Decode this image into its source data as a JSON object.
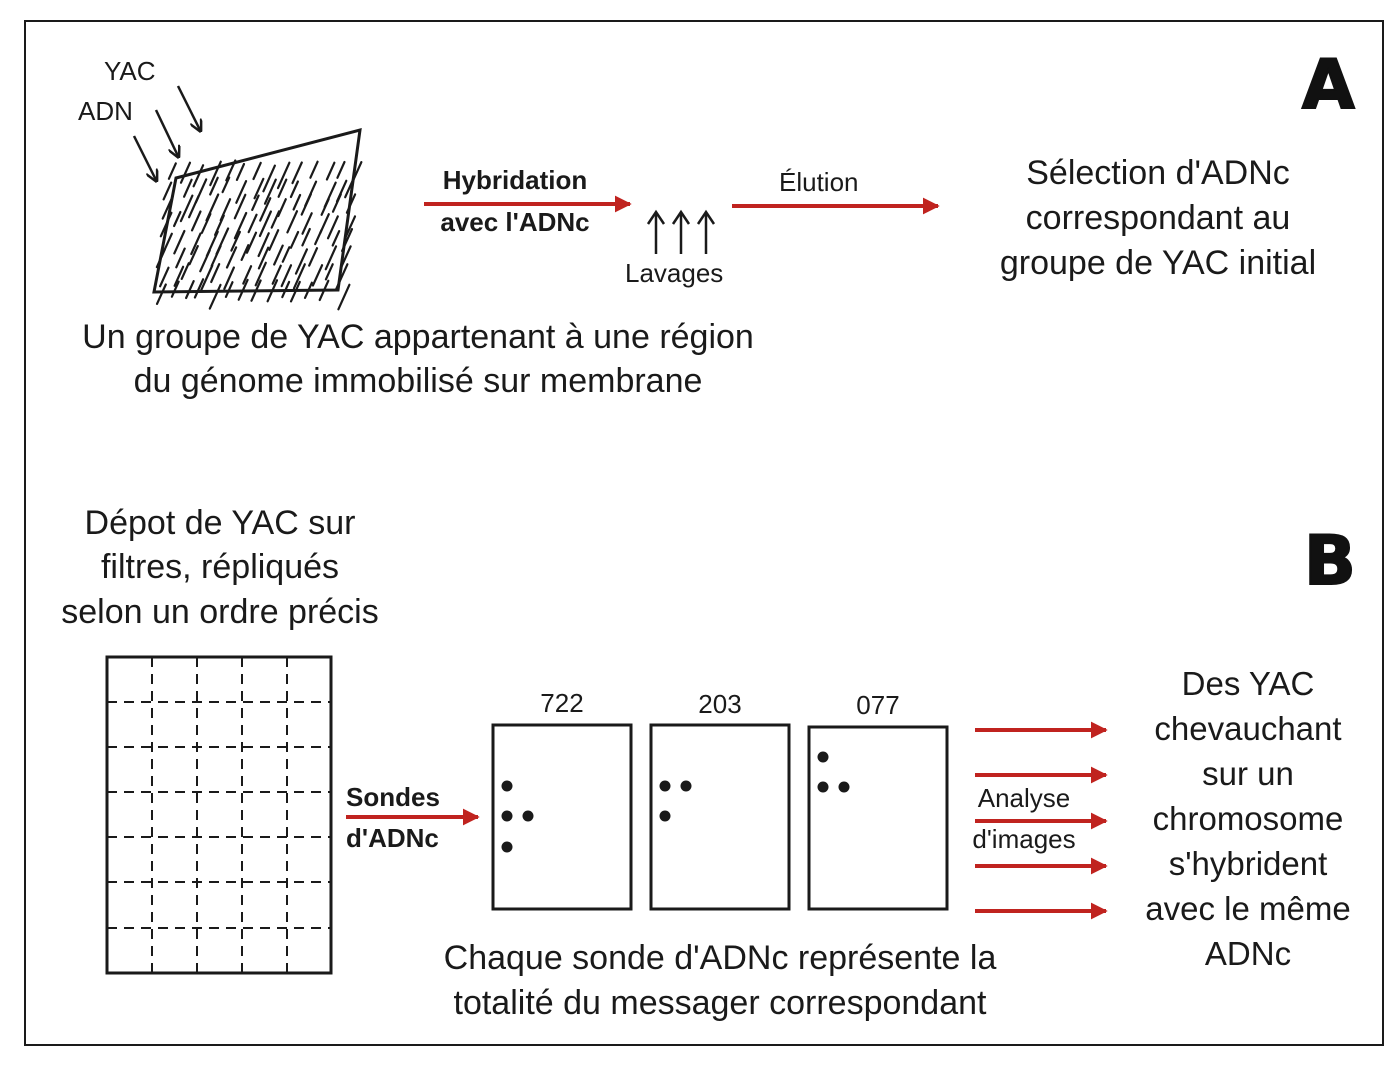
{
  "panel_a": {
    "letter": "A",
    "yac_label": "YAC",
    "adn_label": "ADN",
    "hybridation_line1": "Hybridation",
    "hybridation_line2": "avec l'ADNc",
    "lavages": "Lavages",
    "elution": "Élution",
    "selection_line1": "Sélection d'ADNc",
    "selection_line2": "correspondant au",
    "selection_line3": "groupe de YAC initial",
    "caption_line1": "Un groupe de YAC appartenant à une région",
    "caption_line2": "du génome immobilisé sur membrane"
  },
  "panel_b": {
    "letter": "B",
    "depot_line1": "Dépot de YAC sur",
    "depot_line2": "filtres, répliqués",
    "depot_line3": "selon un ordre précis",
    "sondes_line1": "Sondes",
    "sondes_line2": "d'ADNc",
    "filters": [
      {
        "label": "722"
      },
      {
        "label": "203"
      },
      {
        "label": "077"
      }
    ],
    "analyse_line1": "Analyse",
    "analyse_line2": "d'images",
    "result_lines": [
      "Des YAC",
      "chevauchant",
      "sur un",
      "chromosome",
      "s'hybrident",
      "avec le même",
      "ADNc"
    ],
    "caption_line1": "Chaque sonde d'ADNc représente la",
    "caption_line2": "totalité du messager correspondant"
  },
  "colors": {
    "arrow_red": "#c0231f",
    "ink": "#1a1a1a"
  }
}
